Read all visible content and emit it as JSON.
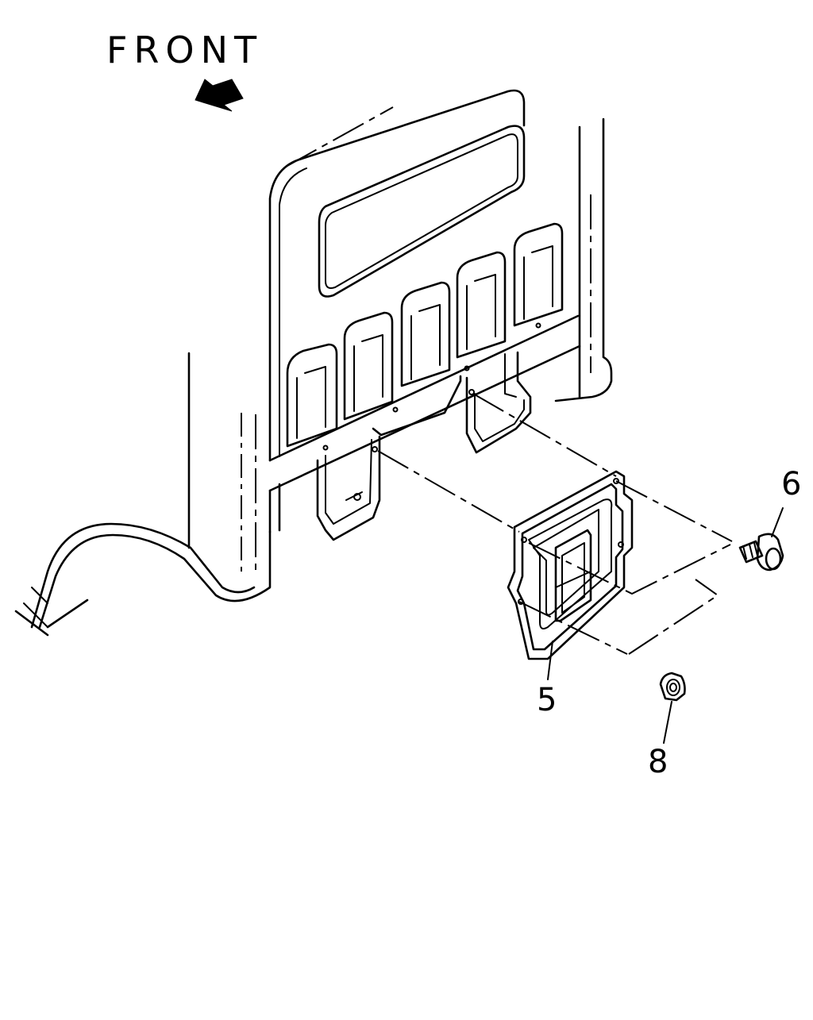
{
  "labels": {
    "front": "FRONT",
    "part_5": "5",
    "part_6": "6",
    "part_8": "8"
  },
  "icons": {
    "direction": "front-arrow-icon"
  },
  "colors": {
    "line": "#000000",
    "background": "#ffffff"
  }
}
